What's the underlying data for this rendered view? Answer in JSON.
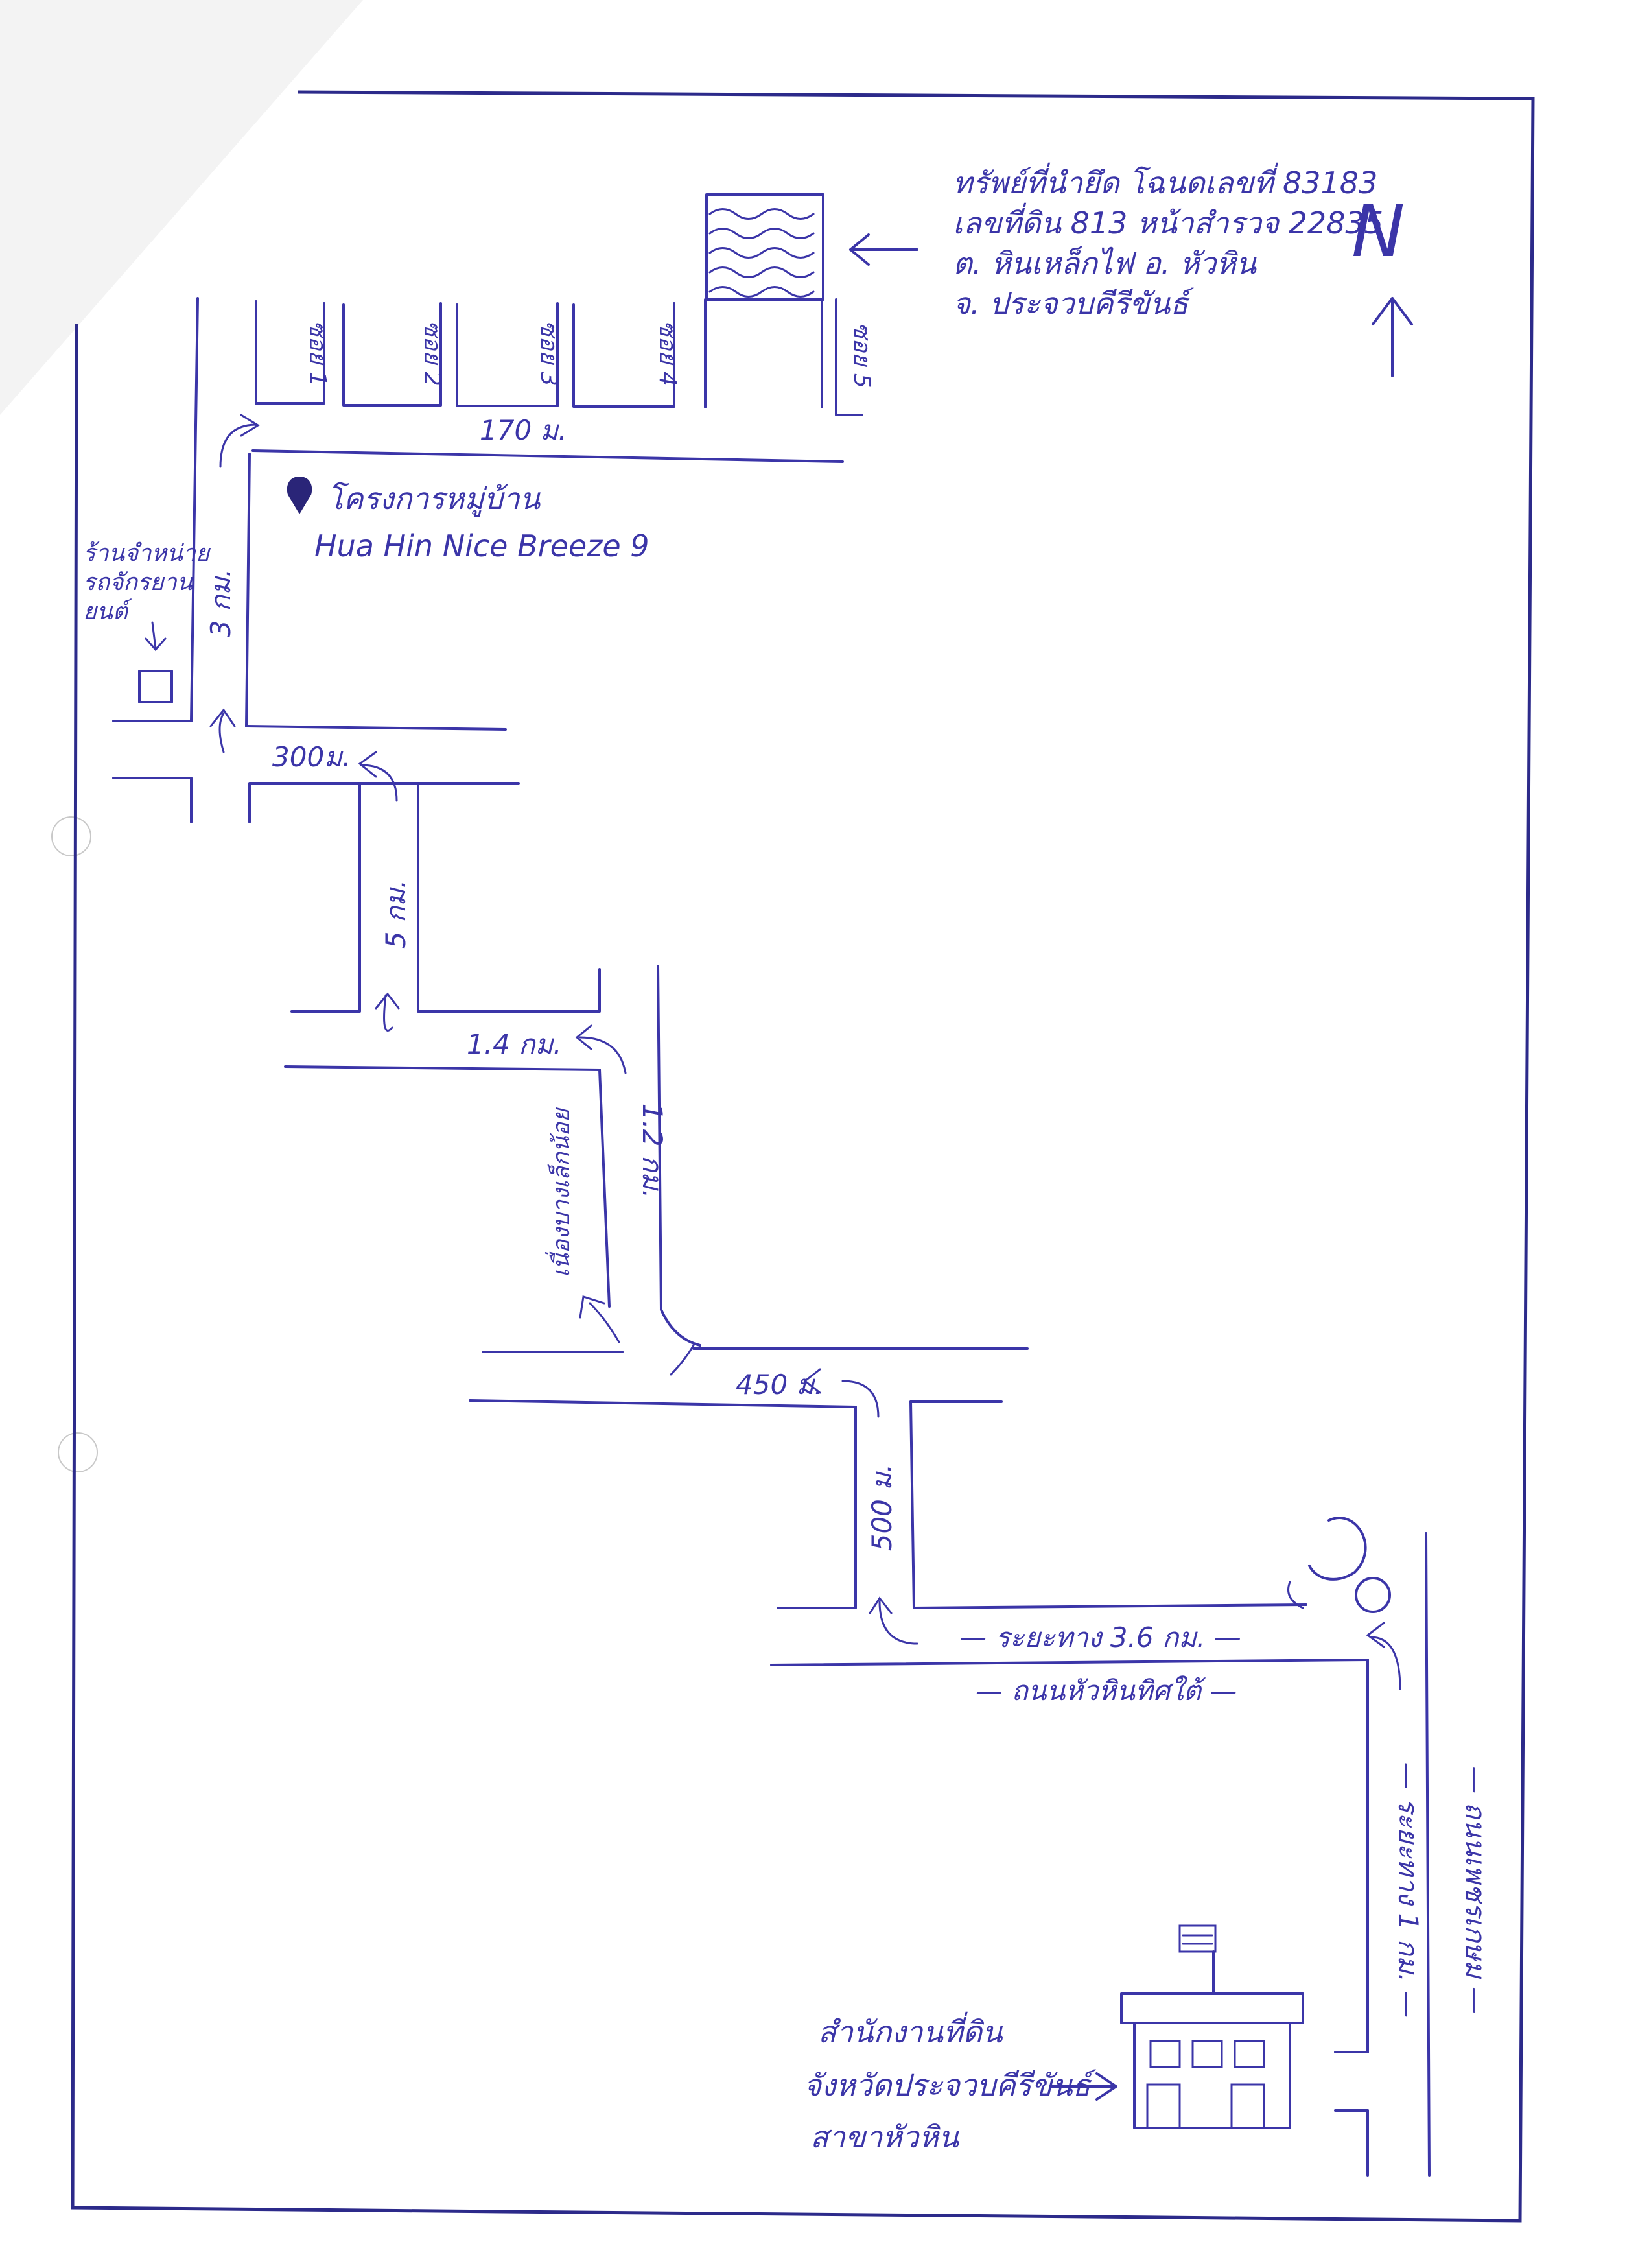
{
  "north_label": "N",
  "project": {
    "name_th": "โครงการหมู่บ้าน",
    "name_en": "Hua Hin Nice Breeze 9"
  },
  "property": {
    "line1": "ทรัพย์ที่นำยึด โฉนดเลขที่ 83183",
    "line2": "เลขที่ดิน 813 หน้าสำรวจ 22835",
    "line3": "ต. หินเหล็กไฟ   อ. หัวหิน",
    "line4": "จ. ประจวบคีรีขันธ์"
  },
  "shop": {
    "line1": "ร้านจำหน่าย",
    "line2": "รถจักรยาน",
    "line3": "ยนต์"
  },
  "land_office": {
    "line1": "สำนักงานที่ดิน",
    "line2": "จังหวัดประจวบคีรีขันธ์",
    "line3": "สาขาหัวหิน"
  },
  "lanes": [
    "ซอย 1",
    "ซอย 2",
    "ซอย 3",
    "ซอย 4",
    "ซอย 5"
  ],
  "distances": {
    "d170": "170 ม.",
    "d3km": "3 กม.",
    "d300": "300ม.",
    "d5km": "5 กม.",
    "d14km": "1.4 กม.",
    "d12km": "1.2 กม.",
    "d450": "450 ม.",
    "d500": "500 ม.",
    "d36km": "— ระยะทาง 3.6 กม. —",
    "d1km": "— ระยะทาง 1 กม. —"
  },
  "landmarks": {
    "junction": "เนื่องบางเล็กน้อย"
  },
  "roads": {
    "south_road": "— ถนนหัวหินทิศใต้ —",
    "main_road": "— ถนนเพชรเกษม —"
  },
  "colors": {
    "ink": "#3b35a8",
    "frame": "#2c2a8a"
  }
}
